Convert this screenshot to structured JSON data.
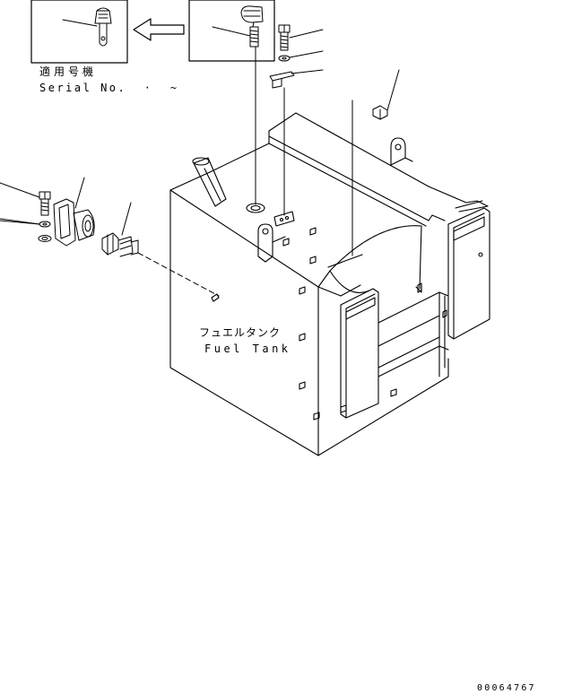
{
  "inset_note": {
    "applicable_serial_jp": "適用号機",
    "serial_no": "Serial No.  ·  ~"
  },
  "tank_label": {
    "jp": "フュエルタンク",
    "en": "Fuel Tank"
  },
  "drawing_number": "00064767"
}
